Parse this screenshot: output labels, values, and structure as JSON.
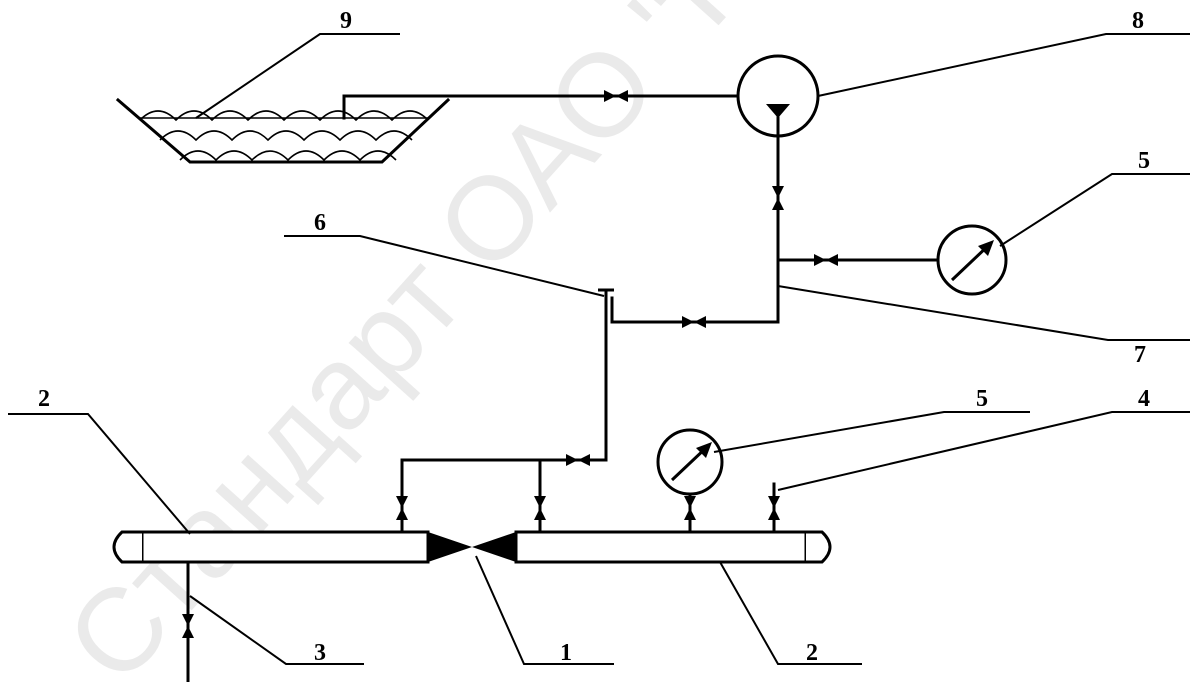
{
  "watermark": "Стандарт ОАО \"Газпром трансгаз\"",
  "labels": {
    "l1": "1",
    "l2_left": "2",
    "l2_right": "2",
    "l3": "3",
    "l4": "4",
    "l5_top": "5",
    "l5_bottom": "5",
    "l6": "6",
    "l7": "7",
    "l8": "8",
    "l9": "9"
  },
  "components": {
    "pipe_segments": "pipe-section",
    "weld_joint": "weld-joint",
    "drain_line": "drain-line",
    "vent_valve": "vent-valve",
    "pressure_gauges": "pressure-gauge-icon",
    "air_vent": "air-vent",
    "supply_line": "supply-line",
    "pump": "pump-icon",
    "water_tank": "water-reservoir"
  }
}
